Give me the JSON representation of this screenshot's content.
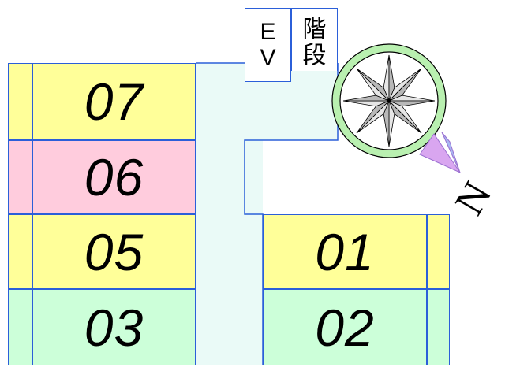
{
  "colors": {
    "outline": "#2b5fd9",
    "yellow": "#ffff99",
    "pink": "#ffccdd",
    "green": "#ccffd9",
    "corridor": "#eafaf7",
    "compass_ring": "#b9f0b0",
    "arrow": "#d9a6f0"
  },
  "units": [
    {
      "id": "07",
      "label": "07",
      "color": "yellow"
    },
    {
      "id": "06",
      "label": "06",
      "color": "pink"
    },
    {
      "id": "05",
      "label": "05",
      "color": "yellow"
    },
    {
      "id": "03",
      "label": "03",
      "color": "green"
    },
    {
      "id": "01",
      "label": "01",
      "color": "yellow"
    },
    {
      "id": "02",
      "label": "02",
      "color": "green"
    }
  ],
  "elevator": {
    "line1": "E",
    "line2": "V"
  },
  "stairs": {
    "line1": "階",
    "line2": "段"
  },
  "compass": {
    "north_label": "N",
    "icon": "compass-rose-icon"
  }
}
